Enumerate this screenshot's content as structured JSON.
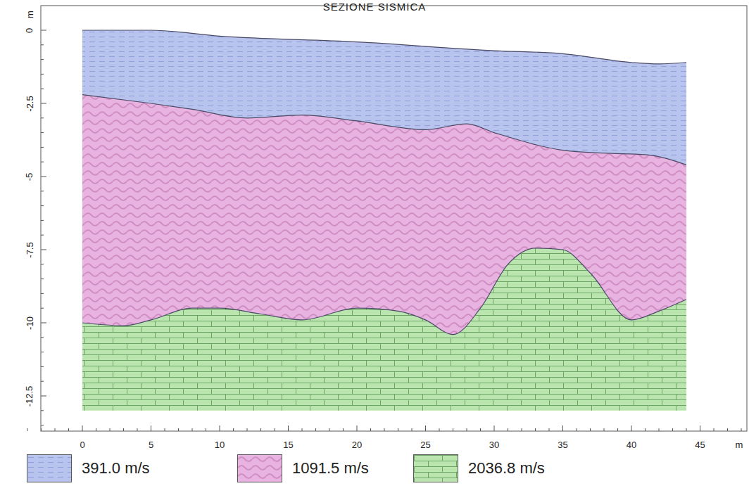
{
  "diagram": {
    "title": "SEZIONE SISMICA",
    "labels": [
      "0",
      "-2.5",
      "-5",
      "-7.5",
      "-10",
      "-12.5",
      "m",
      "0",
      "5",
      "10",
      "15",
      "20",
      "25",
      "30",
      "35",
      "40",
      "45",
      "m"
    ],
    "legend": [
      {
        "text": "391.0 m/s",
        "color": "#b9c4ee"
      },
      {
        "text": "1091.5 m/s",
        "color": "#e9b3e1"
      },
      {
        "text": "2036.8 m/s",
        "color": "#bae5af"
      }
    ]
  }
}
